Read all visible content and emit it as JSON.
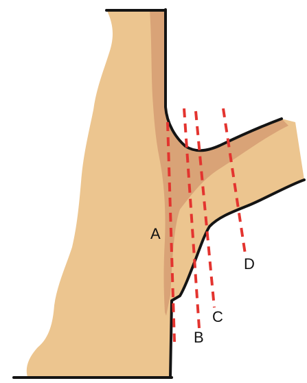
{
  "diagram": {
    "colors": {
      "background": "#ffffff",
      "body_fill": "#ECC58F",
      "shadow_fill": "#D9A377",
      "outline": "#141414",
      "section_line": "#E3342F",
      "label_text": "#111111"
    },
    "section_lines": [
      {
        "id": "A",
        "label": "A"
      },
      {
        "id": "B",
        "label": "B"
      },
      {
        "id": "C",
        "label": "C"
      },
      {
        "id": "D",
        "label": "D"
      }
    ]
  }
}
